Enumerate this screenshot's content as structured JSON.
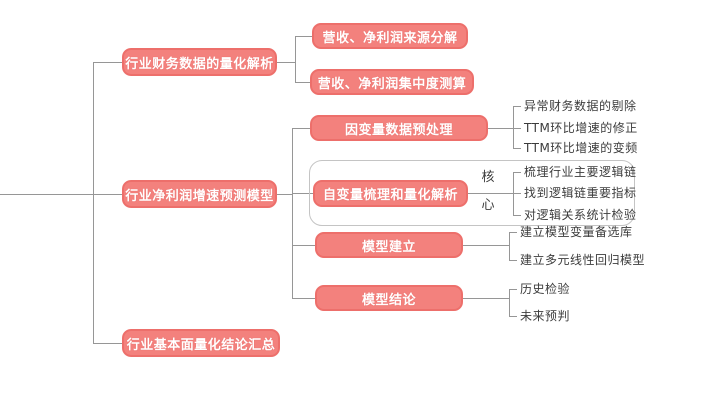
{
  "diagram": {
    "branches": [
      {
        "label": "行业财务数据的量化解析",
        "children": [
          {
            "label": "营收、净利润来源分解"
          },
          {
            "label": "营收、净利润集中度测算"
          }
        ]
      },
      {
        "label": "行业净利润增速预测模型",
        "children": [
          {
            "label": "因变量数据预处理",
            "leaves": [
              "异常财务数据的剔除",
              "TTM环比增速的修正",
              "TTM环比增速的变频"
            ]
          },
          {
            "label": "自变量梳理和量化解析",
            "badge": "核心",
            "leaves": [
              "梳理行业主要逻辑链",
              "找到逻辑链重要指标",
              "对逻辑关系统计检验"
            ]
          },
          {
            "label": "模型建立",
            "leaves": [
              "建立模型变量备选库",
              "建立多元线性回归模型"
            ]
          },
          {
            "label": "模型结论",
            "leaves": [
              "历史检验",
              "未来预判"
            ]
          }
        ]
      },
      {
        "label": "行业基本面量化结论汇总"
      }
    ],
    "colors": {
      "node_fill": "#f3817d",
      "node_border": "#ed6f6b",
      "node_text": "#ffffff",
      "leaf_text": "#3c3c3c",
      "line": "#969696",
      "outline": "#c4c4c4"
    }
  }
}
